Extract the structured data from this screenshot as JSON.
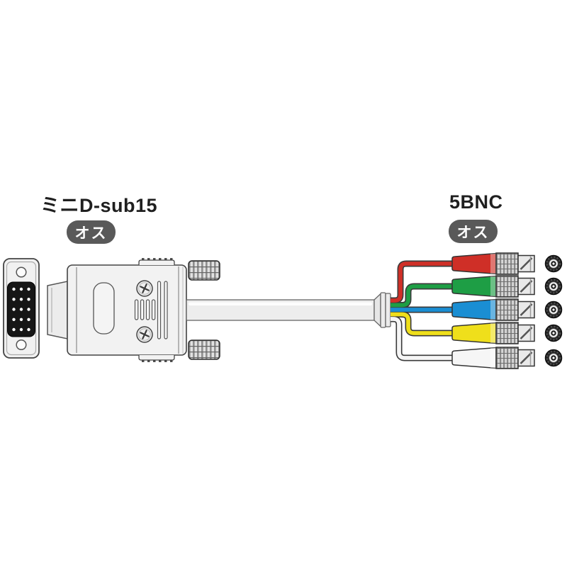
{
  "product_diagram": {
    "left_connector": {
      "label": "ミニD-sub15",
      "gender_badge": "オス",
      "pin_columns": 3,
      "pin_rows": 5
    },
    "right_connector": {
      "label": "5BNC",
      "gender_badge": "オス"
    },
    "bnc_plugs": [
      {
        "name": "red",
        "color": "#cf2f27"
      },
      {
        "name": "green",
        "color": "#1e9e45"
      },
      {
        "name": "blue",
        "color": "#1a8ed3"
      },
      {
        "name": "yellow",
        "color": "#efdf1b"
      },
      {
        "name": "white",
        "color": "#f6f6f6"
      }
    ]
  },
  "colors": {
    "badge_bg": "#595959",
    "badge_text": "#ffffff",
    "label_text": "#1f1f1f",
    "body_fill": "#f2f2f2",
    "outline": "#3d3d3d",
    "cable_fill": "#ededed",
    "pin_face_black": "#161616"
  }
}
